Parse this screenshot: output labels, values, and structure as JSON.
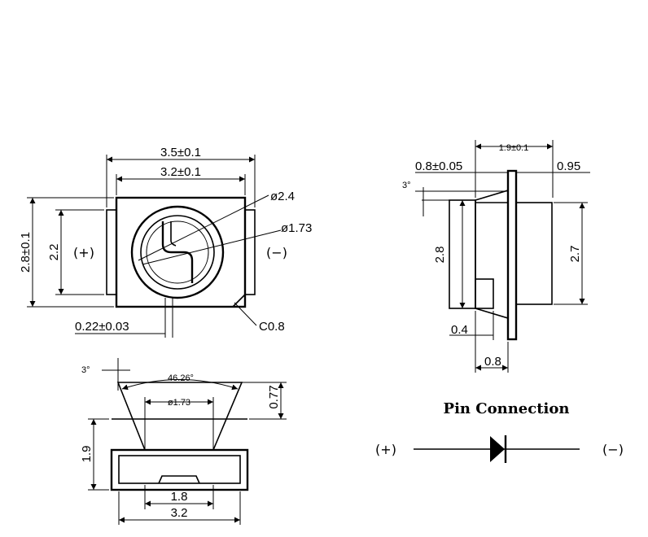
{
  "top_view": {
    "width_outer": "3.5±0.1",
    "width_inner": "3.2±0.1",
    "height_outer": "2.8±0.1",
    "height_pad": "2.2",
    "lens_outer": "ø2.4",
    "lens_inner": "ø1.73",
    "plus": "(+)",
    "minus": "(−)",
    "pad_gap": "0.22±0.03",
    "chamfer": "C0.8"
  },
  "side_view": {
    "depth": "1.9±0.1",
    "left_lead": "0.8±0.05",
    "right_lead": "0.95",
    "angle": "3°",
    "height_left": "2.8",
    "height_right": "2.7",
    "bottom_small": "0.4",
    "bottom_width": "0.8"
  },
  "front_view": {
    "angle": "3°",
    "cone_angle": "46.26°",
    "lens": "ø1.73",
    "top_gap": "0.77",
    "height": "1.9",
    "inner_width": "1.8",
    "outer_width": "3.2"
  },
  "pin_connection": {
    "title": "Pin Connection",
    "plus": "(+)",
    "minus": "(−)"
  }
}
